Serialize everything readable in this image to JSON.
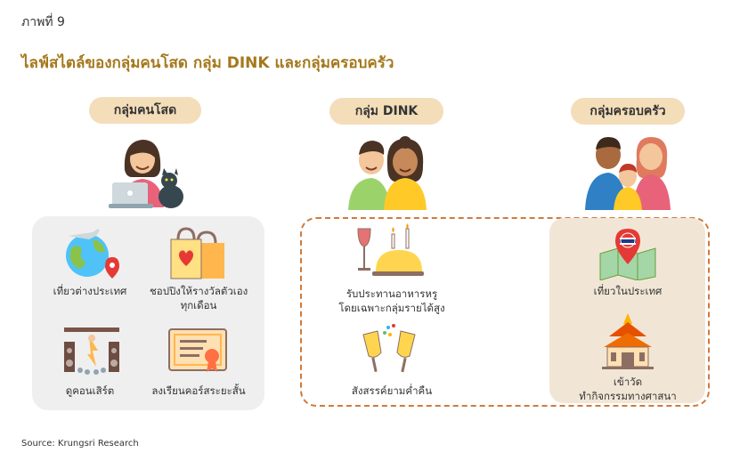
{
  "figure_label": "ภาพที่ 9",
  "title": "ไลฟ์สไตล์ของกลุ่มคนโสด กลุ่ม DINK และกลุ่มครอบครัว",
  "groups": {
    "single": {
      "label": "กลุ่มคนโสด",
      "items": [
        {
          "line1": "เที่ยวต่างประเทศ",
          "line2": ""
        },
        {
          "line1": "ชอปปิงให้รางวัลตัวเอง",
          "line2": "ทุกเดือน"
        },
        {
          "line1": "ดูคอนเสิร์ต",
          "line2": ""
        },
        {
          "line1": "ลงเรียนคอร์สระยะสั้น",
          "line2": ""
        }
      ]
    },
    "dink": {
      "label": "กลุ่ม DINK",
      "items": [
        {
          "line1": "รับประทานอาหารหรู",
          "line2": "โดยเฉพาะกลุ่มรายได้สูง"
        },
        {
          "line1": "สังสรรค์ยามค่ำคืน",
          "line2": ""
        }
      ]
    },
    "family": {
      "label": "กลุ่มครอบครัว",
      "items": [
        {
          "line1": "เที่ยวในประเทศ",
          "line2": ""
        },
        {
          "line1": "เข้าวัด",
          "line2": "ทำกิจกรรมทางศาสนา"
        }
      ]
    }
  },
  "source": "Source: Krungsri Research",
  "colors": {
    "title": "#a5781c",
    "pill": "#f4ddb9",
    "single_panel": "#efefef",
    "dink_border": "#d17a3b",
    "family_panel": "#f1e6d6"
  }
}
